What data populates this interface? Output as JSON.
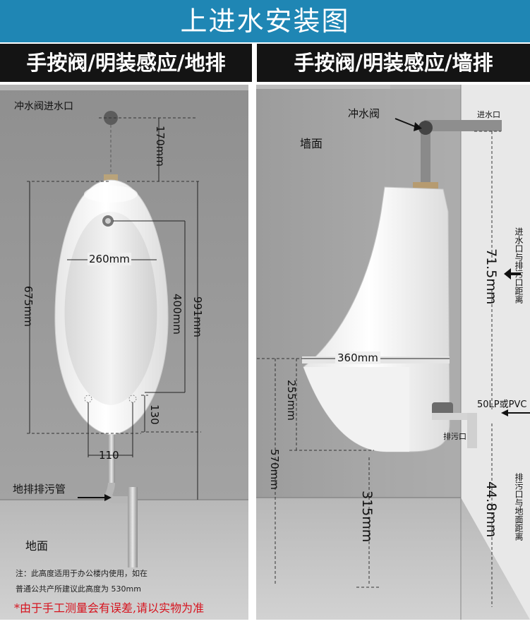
{
  "title": "上进水安装图",
  "left_panel": {
    "header": "手按阀/明装感应/地排",
    "labels": {
      "valve_inlet": "冲水阀进水口",
      "floor_drain_pipe": "地排排污管",
      "floor": "地面"
    },
    "dimensions": {
      "inlet_height": "170mm",
      "body_height": "675mm",
      "width": "260mm",
      "sensor_to_outlet": "400mm",
      "total_height": "991mm",
      "outlet_offset": "130",
      "bolt_spacing": "110"
    },
    "note_line1": "注：此高度适用于办公楼内使用，如在",
    "note_line2": "普通公共产所建议此高度为 530mm"
  },
  "right_panel": {
    "header": "手按阀/明装感应/墙排",
    "labels": {
      "flush_valve": "冲水阀",
      "wall": "墙面",
      "inlet": "进水口",
      "outlet": "排污口",
      "pipe_spec": "50LP或PVC"
    },
    "dimensions": {
      "depth": "360mm",
      "lower_depth": "255mm",
      "rim_height": "570mm",
      "bottom_clearance": "315mm",
      "inlet_outlet_distance": "71.5mm",
      "inlet_outlet_distance_label": "进水口与排污口距离",
      "outlet_height": "44.8mm",
      "outlet_height_label": "排污口与地面距离"
    }
  },
  "footer_note": "*由于手工测量会有误差,请以实物为准",
  "colors": {
    "title_bg": "#1f86b4",
    "header_bg": "#141414",
    "wall_grey": "#9a9a9a",
    "floor_grey": "#c2c2c2",
    "footer_red": "#d6141f"
  }
}
